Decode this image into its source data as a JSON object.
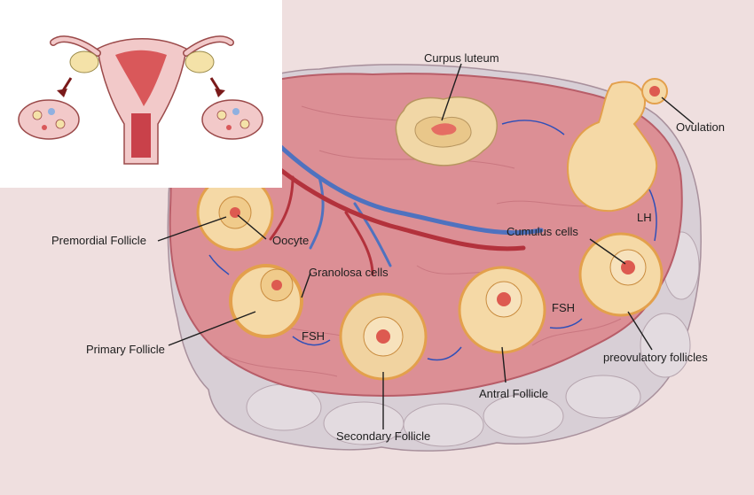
{
  "colors": {
    "background": "#efdfdf",
    "ovary_tissue": "#dc8f95",
    "ovary_outline": "#b85d68",
    "capsule": "#d8cfd6",
    "follicle": "#f5d9a6",
    "granulosa": "#e3a04c",
    "nucleus": "#dd5a50",
    "arrow": "#2f4fb8",
    "artery": "#b3323c",
    "vein": "#4f72bf"
  },
  "labels": {
    "corpus_luteum": "Curpus luteum",
    "ovulation": "Ovulation",
    "premordial_follicle": "Premordial Follicle",
    "oocyte": "Oocyte",
    "granolosa_cells": "Granolosa cells",
    "primary_follicle": "Primary Follicle",
    "fsh_1": "FSH",
    "secondary_follicle": "Secondary Follicle",
    "antral_follicle": "Antral Follicle",
    "fsh_2": "FSH",
    "cumulus_cells": "Cumulus cells",
    "lh": "LH",
    "preovulatory_follicles": "preovulatory follicles"
  }
}
